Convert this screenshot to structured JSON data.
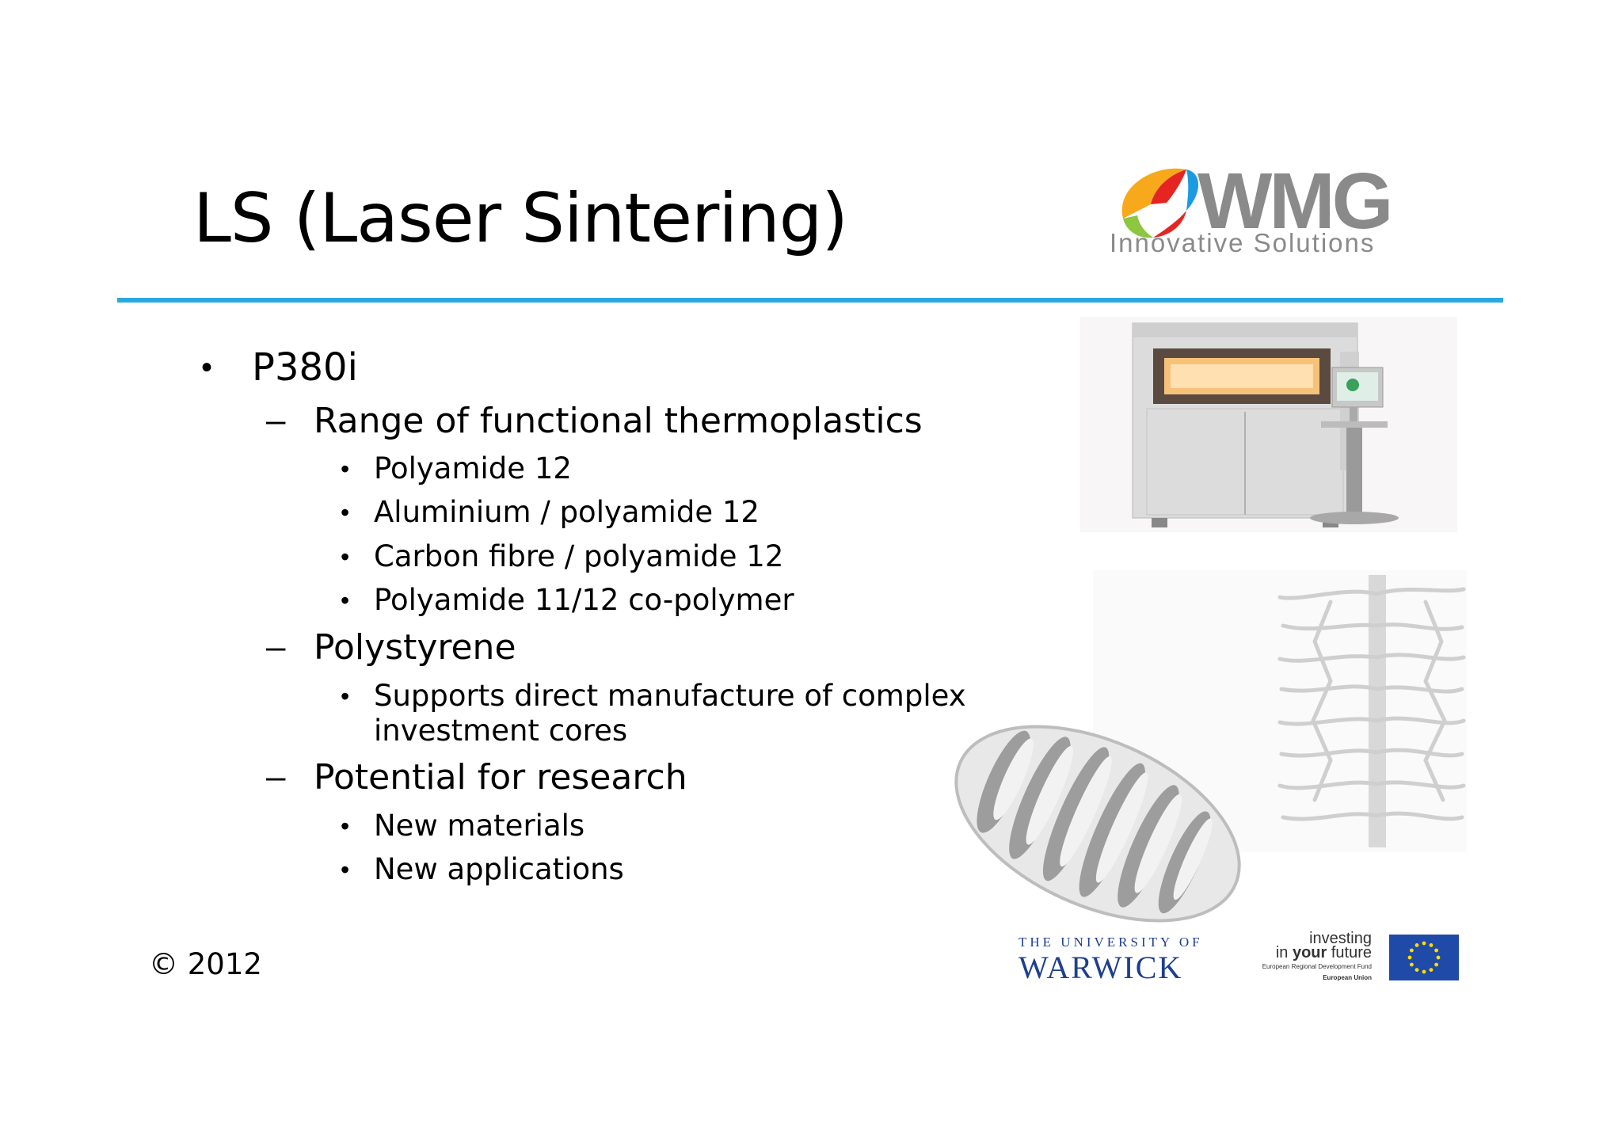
{
  "slide": {
    "title": "LS (Laser Sintering)",
    "bullets": {
      "main": "P380i",
      "sub1": "Range of functional thermoplastics",
      "sub1_items": [
        "Polyamide 12",
        "Aluminium / polyamide 12",
        "Carbon fibre / polyamide 12",
        "Polyamide 11/12 co-polymer"
      ],
      "sub2": "Polystyrene",
      "sub2_items": [
        "Supports direct manufacture of complex",
        "investment cores"
      ],
      "sub3": "Potential for research",
      "sub3_items": [
        "New materials",
        "New applications"
      ]
    },
    "copyright": "© 2012"
  },
  "logos": {
    "wmg_name": "WMG",
    "wmg_tagline": "Innovative Solutions",
    "warwick_top": "THE UNIVERSITY OF",
    "warwick_name": "WARWICK",
    "eu_line1": "investing",
    "eu_line2a": "in ",
    "eu_line2b": "your",
    "eu_line2c": " future",
    "eu_line3": "European Regional Development Fund",
    "eu_line4": "European Union"
  },
  "colors": {
    "accent_rule": "#2aa7df",
    "wmg_grey": "#8a8a8a",
    "warwick_blue": "#1d3f8f",
    "eu_blue": "#1f4aa8",
    "eu_star": "#ffdd00"
  },
  "images": [
    {
      "name": "laser-sintering-machine-photo"
    },
    {
      "name": "lattice-part-photo"
    },
    {
      "name": "branching-part-photo"
    }
  ]
}
